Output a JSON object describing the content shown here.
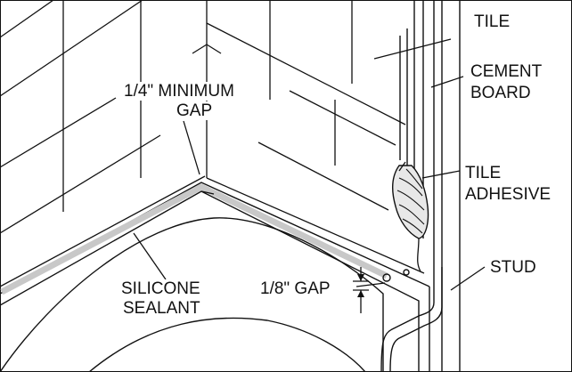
{
  "labels": {
    "tile": "TILE",
    "cement_board_line1": "CEMENT",
    "cement_board_line2": "BOARD",
    "min_gap_line1": "1/4\" MINIMUM",
    "min_gap_line2": "GAP",
    "tile_adhesive_line1": "TILE",
    "tile_adhesive_line2": "ADHESIVE",
    "stud": "STUD",
    "silicone_line1": "SILICONE",
    "silicone_line2": "SEALANT",
    "eighth_gap": "1/8\" GAP"
  },
  "colors": {
    "line": "#111111",
    "sealant": "#c8c8c8",
    "adhesive_fill": "#e8e8e8"
  }
}
